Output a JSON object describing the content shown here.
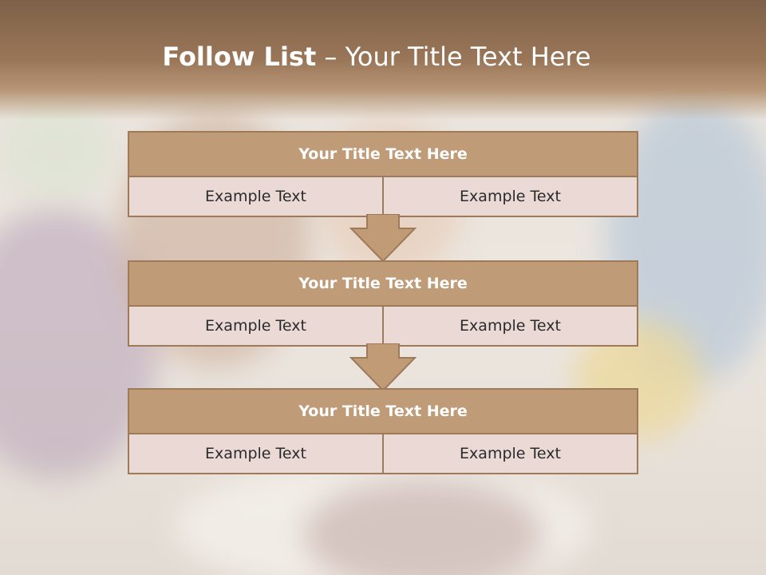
{
  "slide": {
    "title_bold": "Follow List",
    "title_rest": " – Your Title Text Here"
  },
  "blocks": [
    {
      "title": "Your Title Text Here",
      "left": "Example Text",
      "right": "Example Text"
    },
    {
      "title": "Your Title Text Here",
      "left": "Example Text",
      "right": "Example Text"
    },
    {
      "title": "Your Title Text Here",
      "left": "Example Text",
      "right": "Example Text"
    }
  ],
  "colors": {
    "header_brown": "#9a7658",
    "block_header": "#bf9b78",
    "block_border": "#9c7a5a",
    "cell_fill": "#ead9d4"
  },
  "icons": [
    "down-arrow-icon",
    "down-arrow-icon"
  ]
}
